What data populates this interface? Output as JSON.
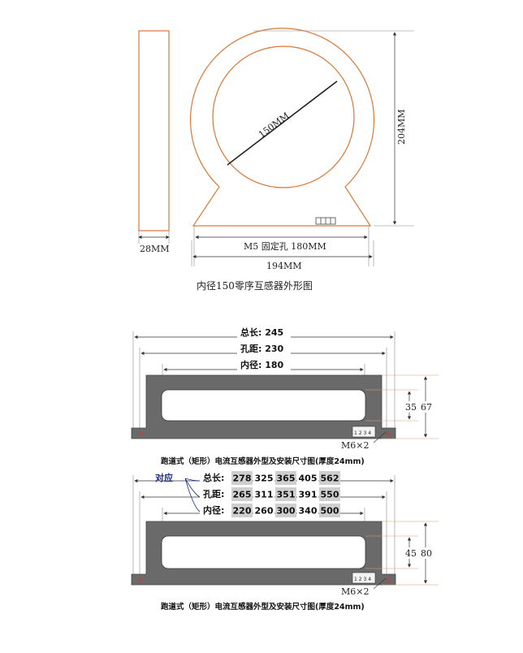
{
  "fig1": {
    "diameter_label": "150MM",
    "height_label": "204MM",
    "width_side_label": "28MM",
    "hole_label": "M5 固定孔 180MM",
    "total_width_label": "194MM",
    "caption": "内径150零序互感器外形图"
  },
  "fig2": {
    "total_label": "总长: 245",
    "hole_label": "孔距: 230",
    "inner_label": "内径: 180",
    "inner_h": "35",
    "outer_h": "67",
    "screw": "M6×2",
    "terminal": [
      "1",
      "2",
      "3",
      "4"
    ],
    "caption": "跑道式（矩形）电流互感器外型及安装尺寸图(厚度24mm)"
  },
  "fig3": {
    "match_label": "对应",
    "rows": [
      {
        "label": "总长:",
        "values": [
          "278",
          "325",
          "365",
          "405",
          "562"
        ]
      },
      {
        "label": "孔距:",
        "values": [
          "265",
          "311",
          "351",
          "391",
          "550"
        ]
      },
      {
        "label": "内径:",
        "values": [
          "220",
          "260",
          "300",
          "340",
          "500"
        ]
      }
    ],
    "inner_h": "45",
    "outer_h": "80",
    "screw": "M6×2",
    "terminal": [
      "1",
      "2",
      "3",
      "4"
    ],
    "caption": "跑道式（矩形）电流互感器外型及安装尺寸图(厚度24mm)"
  }
}
